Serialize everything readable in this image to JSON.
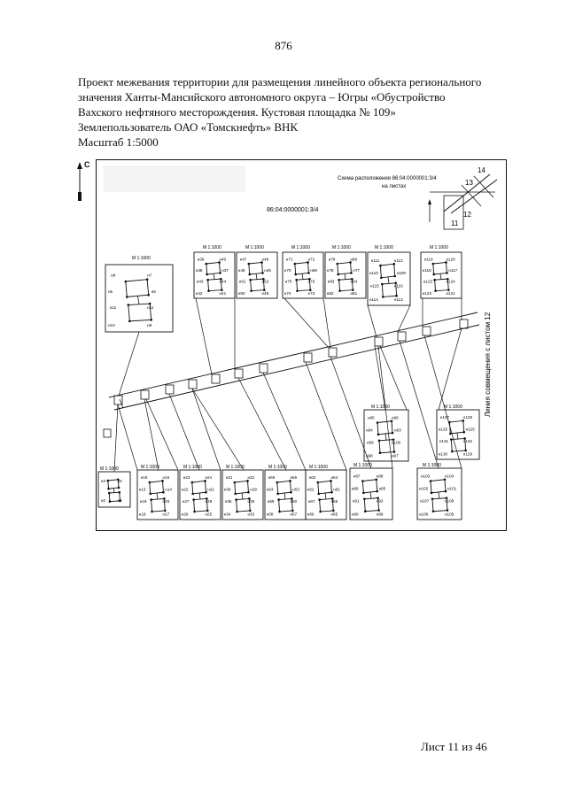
{
  "page_number": "876",
  "header": {
    "line1": "Проект межевания территории для размещения линейного объекта регионального",
    "line2": "значения Ханты-Мансийского автономного округа – Югры «Обустройство",
    "line3": "Вахского нефтяного месторождения. Кустовая площадка № 109»",
    "landuser": "Землепользователь ОАО «Томскнефть» ВНК",
    "scale": "Масштаб 1:5000"
  },
  "map": {
    "north_label": "С",
    "parcel_id": "86:04:0000001:3/4",
    "location_scheme_title": "Схема расположения 86:04:0000001:3/4",
    "location_scheme_sub": "на листах",
    "scheme_sheets": [
      "14",
      "13",
      "12",
      "11"
    ],
    "side_label": "Линия совмещения с листом 12",
    "inset_scale": "М 1:1000",
    "inset_labels": {
      "a": [
        "н8",
        "н7",
        "н6",
        "н5",
        "н12",
        "н11",
        "н10",
        "н9"
      ],
      "b": [
        "н39",
        "н40",
        "н37",
        "н38",
        "н43",
        "н44",
        "н42",
        "н41"
      ],
      "c": [
        "н47",
        "н48",
        "н45",
        "н46",
        "н51",
        "н52",
        "н50",
        "н49"
      ],
      "d": [
        "н71",
        "н72",
        "н69",
        "н70",
        "н75",
        "н76",
        "н74",
        "н73"
      ],
      "e": [
        "н79",
        "н80",
        "н77",
        "н78",
        "н83",
        "н84",
        "н82",
        "н81"
      ],
      "f": [
        "н111",
        "н112",
        "н109",
        "н110",
        "н115",
        "н116",
        "н114",
        "н113"
      ],
      "g": [
        "н119",
        "н120",
        "н117",
        "н118",
        "н123",
        "н124",
        "н122",
        "н121"
      ],
      "h": [
        "н95",
        "н96",
        "н93",
        "н94",
        "н99",
        "н100",
        "н98",
        "н97"
      ],
      "i": [
        "н127",
        "н128",
        "н125",
        "н126",
        "н131",
        "н132",
        "н130",
        "н129"
      ],
      "j": [
        "н3",
        "н4",
        "н1",
        "н2"
      ],
      "k": [
        "н15",
        "н16",
        "н14",
        "н13",
        "н19",
        "н20",
        "н18",
        "н17"
      ],
      "l": [
        "н23",
        "н24",
        "н21",
        "н22",
        "н27",
        "н28",
        "н26",
        "н25"
      ],
      "m": [
        "н31",
        "н32",
        "н29",
        "н30",
        "н35",
        "н36",
        "н34",
        "н33"
      ],
      "n": [
        "н55",
        "н56",
        "н53",
        "н54",
        "н59",
        "н60",
        "н58",
        "н57"
      ],
      "o": [
        "н63",
        "н64",
        "н61",
        "н62",
        "н67",
        "н68",
        "н66",
        "н65"
      ],
      "p": [
        "н87",
        "н88",
        "н85",
        "н86",
        "н91",
        "н92",
        "н90",
        "н89"
      ],
      "q": [
        "н103",
        "н104",
        "н101",
        "н102",
        "н107",
        "н108",
        "н106",
        "н105"
      ]
    }
  },
  "footer": "Лист 11 из 46",
  "colors": {
    "ink": "#111111",
    "paper": "#ffffff"
  }
}
